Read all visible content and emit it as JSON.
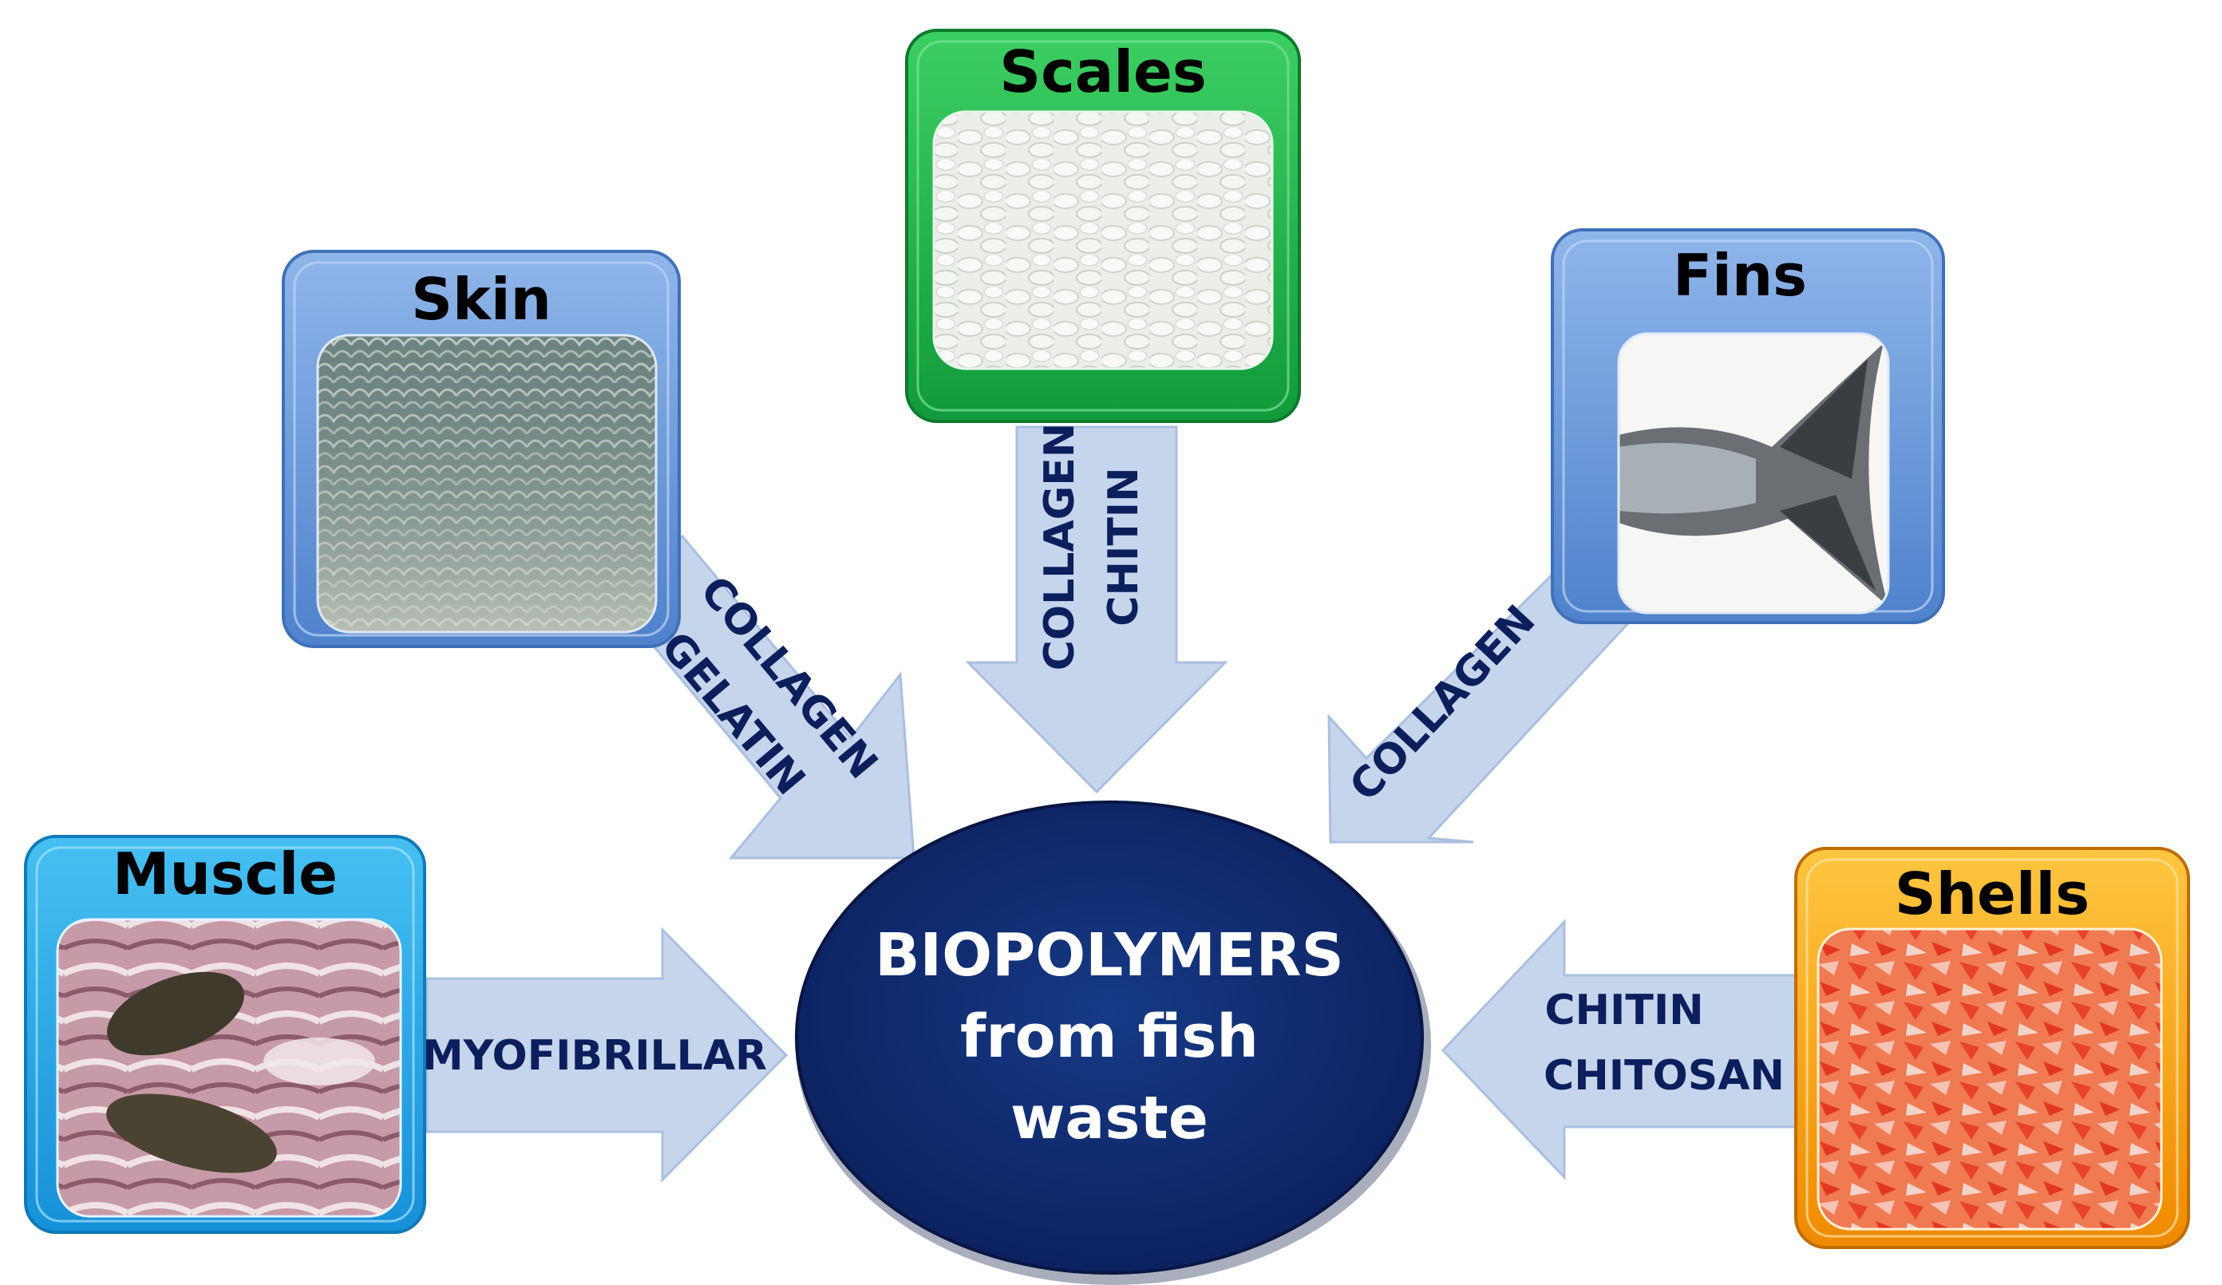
{
  "center": {
    "lines": [
      "BIOPOLYMERS",
      "from fish",
      "waste"
    ],
    "fill": "#0f2a6b"
  },
  "sources": {
    "scales": {
      "title": "Scales",
      "polymers": [
        "COLLAGEN",
        "CHITIN"
      ],
      "frame_color": "#1fa84a"
    },
    "skin": {
      "title": "Skin",
      "polymers": [
        "COLLAGEN",
        "GELATIN"
      ],
      "frame_color": "#5b8fd6"
    },
    "fins": {
      "title": "Fins",
      "polymers": [
        "COLLAGEN"
      ],
      "frame_color": "#5b8fd6"
    },
    "muscle": {
      "title": "Muscle",
      "polymers": [
        "MYOFIBRILLAR"
      ],
      "frame_color": "#1ea5e3"
    },
    "shells": {
      "title": "Shells",
      "polymers": [
        "CHITIN",
        "CHITOSAN"
      ],
      "frame_color": "#f29a0c"
    }
  },
  "colors": {
    "arrow": "#c5d5ec",
    "label": "#0b1f5c"
  }
}
